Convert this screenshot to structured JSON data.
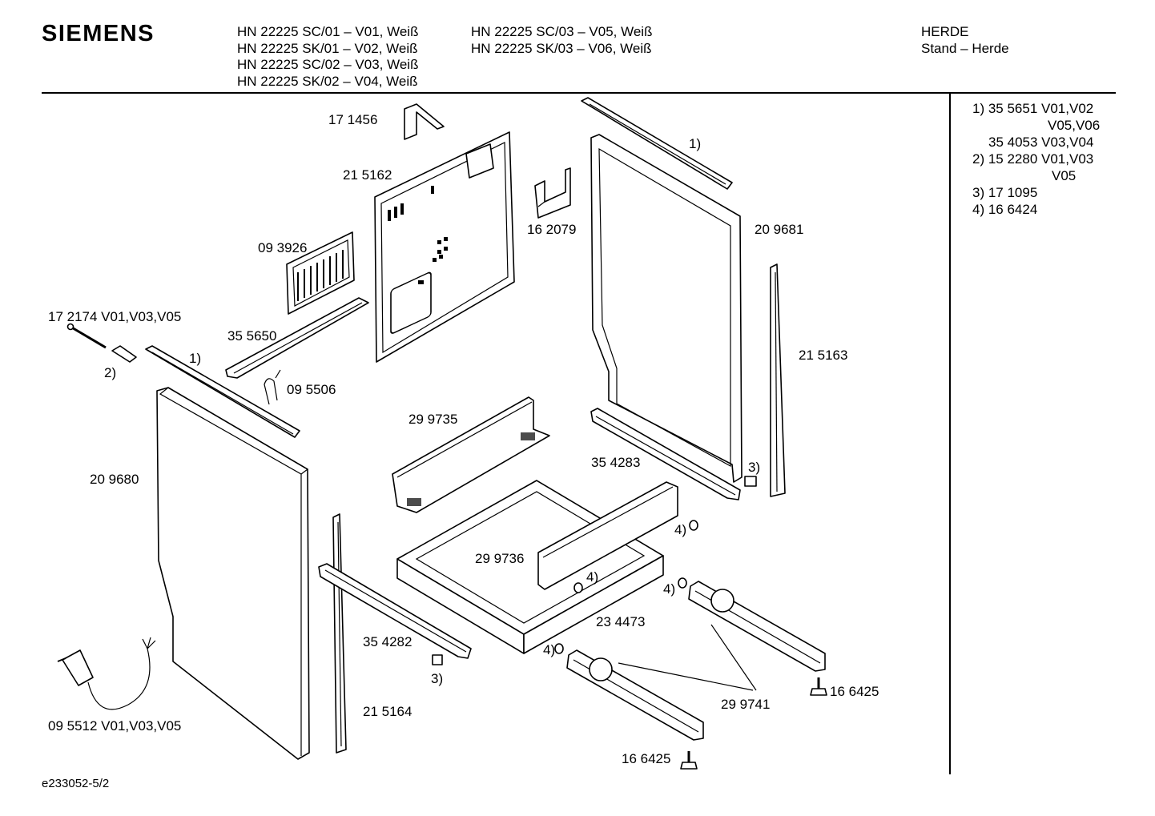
{
  "brand": "SIEMENS",
  "header": {
    "models_col1": [
      "HN 22225 SC/01 – V01, Weiß",
      "HN 22225 SK/01 – V02, Weiß",
      "HN 22225 SC/02 – V03, Weiß",
      "HN 22225 SK/02 – V04, Weiß"
    ],
    "models_col2": [
      "HN 22225 SC/03 – V05, Weiß",
      "HN 22225 SK/03 – V06, Weiß"
    ],
    "category": [
      "HERDE",
      "Stand – Herde"
    ]
  },
  "legend": [
    "1) 35 5651 V01,V02",
    "V05,V06",
    "35 4053 V03,V04",
    "2) 15 2280 V01,V03",
    "V05",
    "3) 17 1095",
    "4) 16 6424"
  ],
  "part_labels": {
    "p171456": "17 1456",
    "p215162": "21 5162",
    "p162079": "16 2079",
    "p209681": "20 9681",
    "p093926": "09 3926",
    "p172174": "17 2174 V01,V03,V05",
    "p355650": "35 5650",
    "p095506": "09 5506",
    "p215163": "21 5163",
    "p299735": "29 9735",
    "p354283": "35 4283",
    "p209680": "20 9680",
    "p299736": "29 9736",
    "p234473": "23 4473",
    "p354282": "35 4282",
    "p215164": "21 5164",
    "p299741": "29 9741",
    "p166425a": "16 6425",
    "p166425b": "16 6425",
    "p095512": "09 5512 V01,V03,V05"
  },
  "callouts": {
    "c1a": "1)",
    "c1b": "1)",
    "c2": "2)",
    "c3a": "3)",
    "c3b": "3)",
    "c4a": "4)",
    "c4b": "4)",
    "c4c": "4)",
    "c4d": "4)"
  },
  "footer": {
    "doc_id": "e233052-5/2"
  }
}
